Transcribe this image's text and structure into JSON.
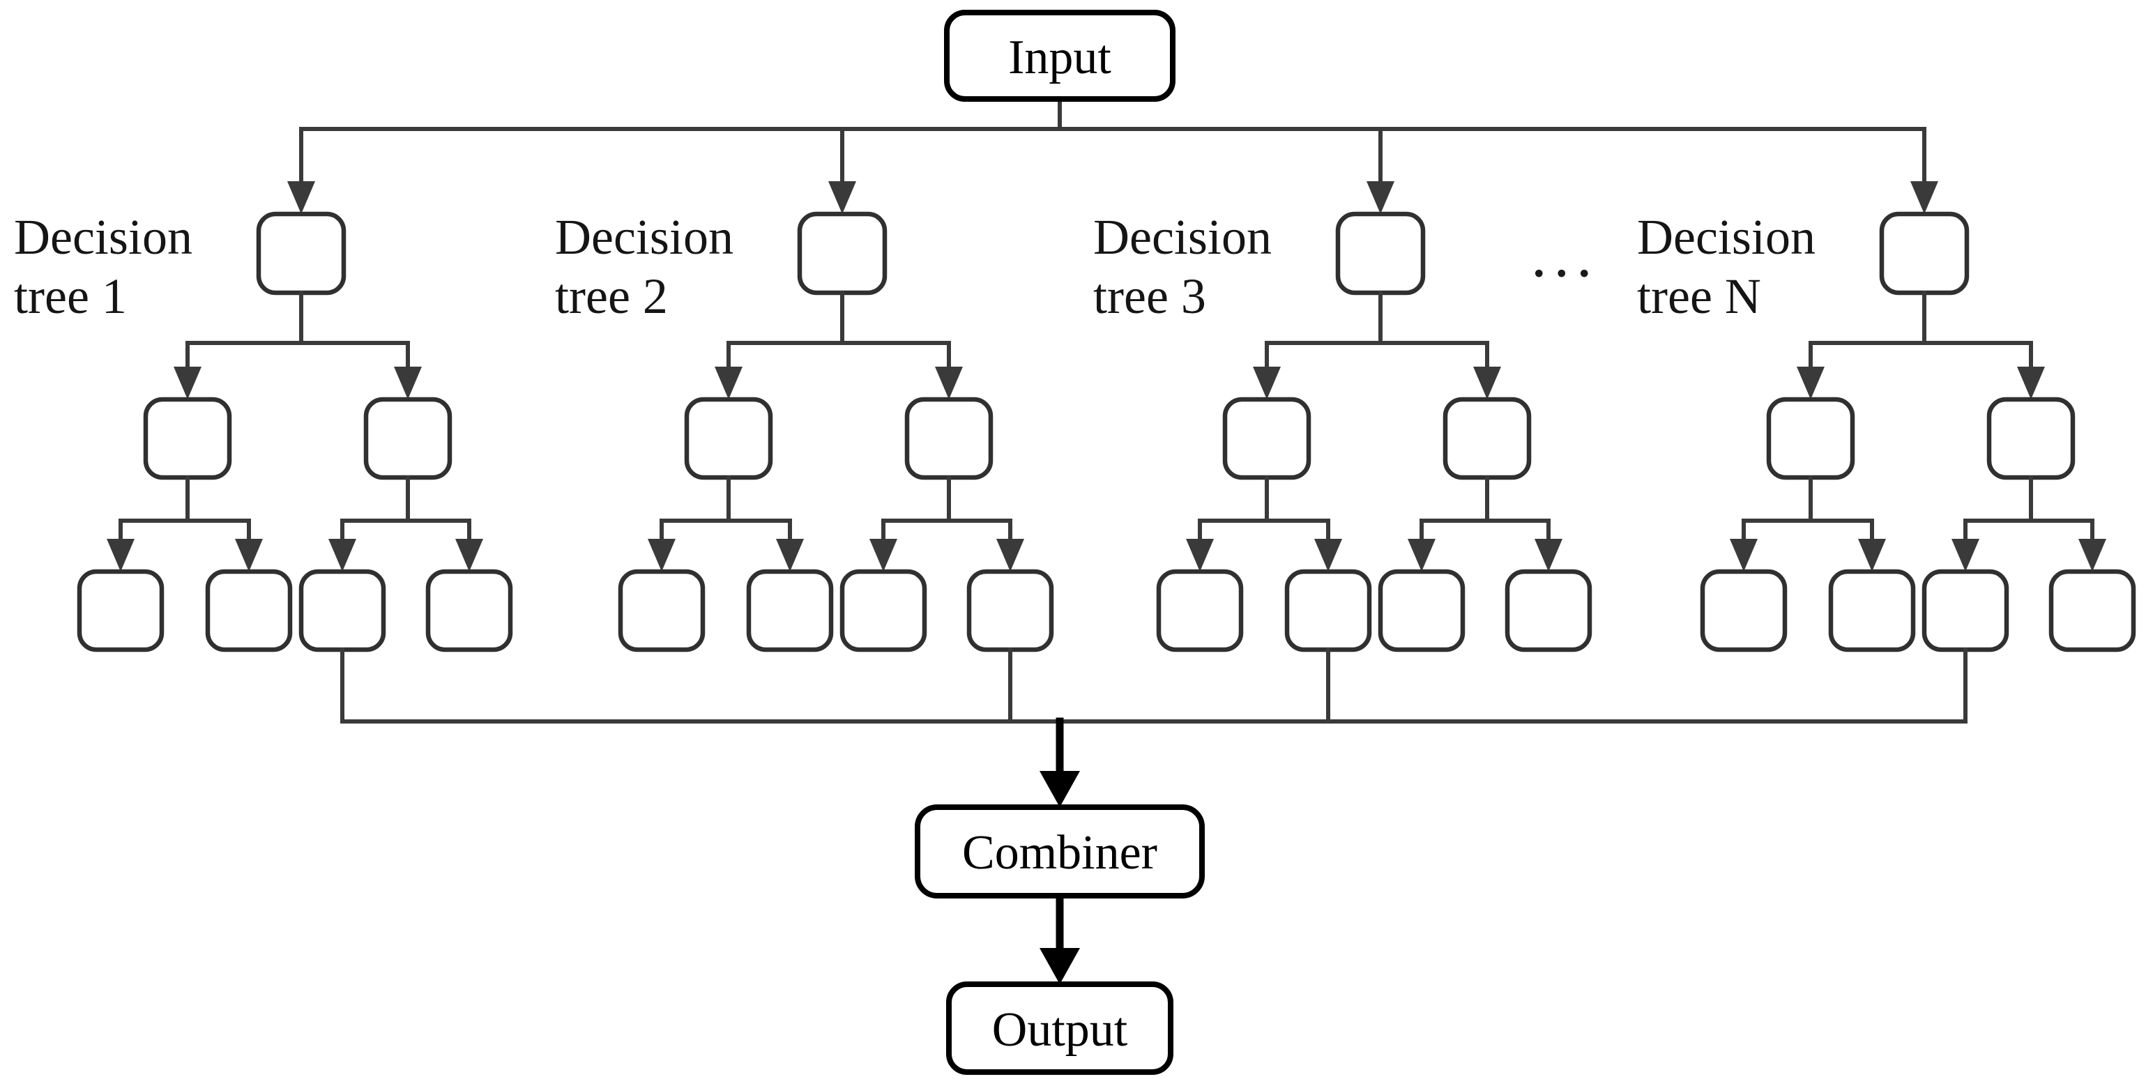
{
  "diagram": {
    "input_label": "Input",
    "combiner_label": "Combiner",
    "output_label": "Output",
    "ellipsis": "...",
    "trees": [
      {
        "label": "Decision tree 1",
        "label_lines": [
          "Decision",
          "tree 1"
        ]
      },
      {
        "label": "Decision tree 2",
        "label_lines": [
          "Decision",
          "tree 2"
        ]
      },
      {
        "label": "Decision tree 3",
        "label_lines": [
          "Decision",
          "tree 3"
        ]
      },
      {
        "label": "Decision tree N",
        "label_lines": [
          "Decision",
          "tree N"
        ]
      }
    ],
    "colors": {
      "connector": "#3a3a3a",
      "node_border": "#303030",
      "terminal_border": "#000000",
      "thick_arrow": "#000000",
      "node_fill": "#ffffff",
      "background": "#ffffff",
      "text": "#111111"
    }
  }
}
